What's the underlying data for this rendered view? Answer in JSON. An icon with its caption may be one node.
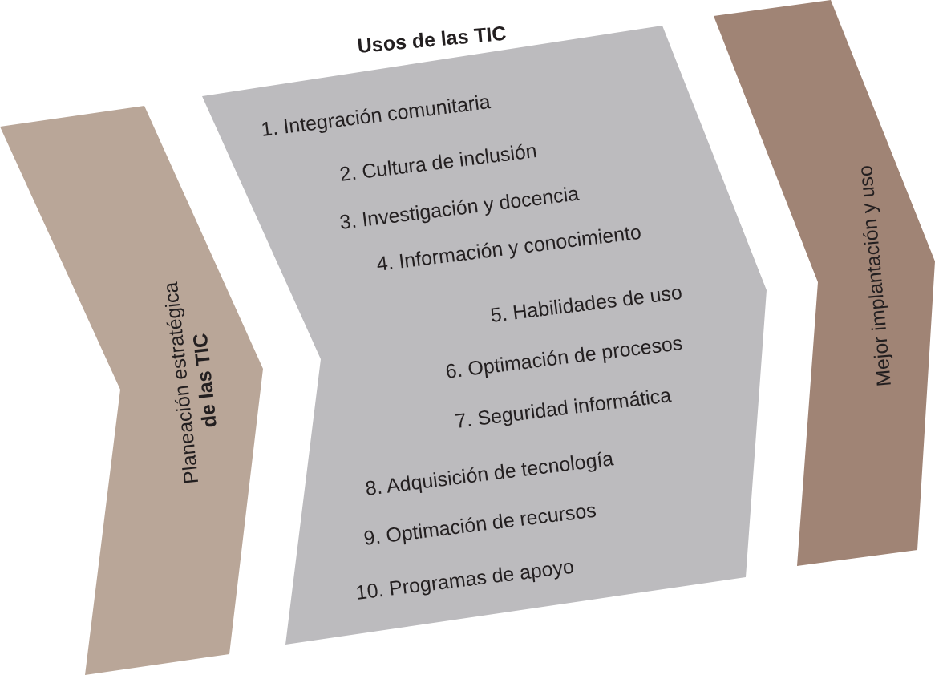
{
  "diagram": {
    "nodes": [
      {
        "text": [
          "Planeación estratégica **de las TIC**"
        ]
      },
      {
        "text": [
          "Usos de las TIC",
          "1. Integración comunitaria",
          "2. Cultura de inclusión",
          "3. Investigación y docencia",
          "4. Información y conocimiento",
          "5. Habilidades de uso",
          "6. Optimación de procesos",
          "7. Seguridad informática",
          "8. Adquisición de tecnología",
          "9. Optimación de recursos",
          "10. Programas de apoyo"
        ]
      },
      {
        "text": [
          "Mejor implantación y uso"
        ]
      }
    ]
  }
}
